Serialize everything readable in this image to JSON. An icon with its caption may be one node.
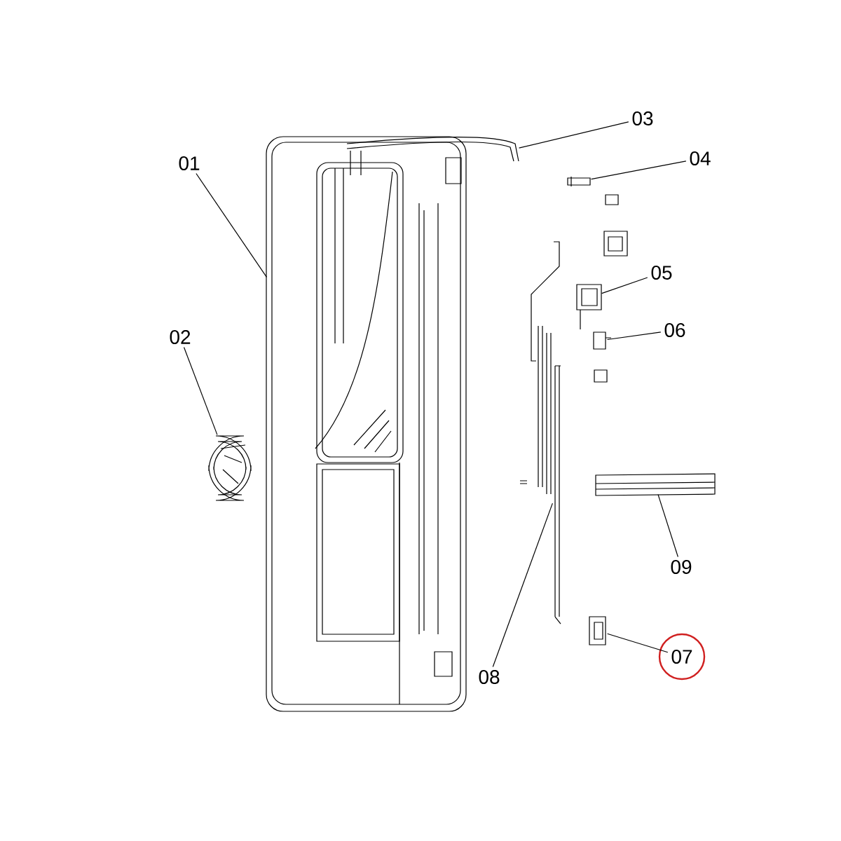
{
  "diagram": {
    "nodes": [
      {
        "text": [
          "01"
        ]
      },
      {
        "text": [
          "02"
        ]
      },
      {
        "text": [
          "03"
        ]
      },
      {
        "text": [
          "04"
        ]
      },
      {
        "text": [
          "05"
        ]
      },
      {
        "text": [
          "06"
        ]
      },
      {
        "text": [
          "07"
        ]
      },
      {
        "text": [
          "08"
        ]
      },
      {
        "text": [
          "09"
        ]
      },
      {
        "text": [],
        "shape": "picture"
      },
      {
        "text": [],
        "shape": "picture"
      },
      {
        "text": [],
        "shape": "picture"
      },
      {
        "text": [],
        "shape": "picture"
      },
      {
        "text": [],
        "shape": "picture"
      },
      {
        "text": [],
        "shape": "picture"
      },
      {
        "text": [],
        "shape": "picture"
      },
      {
        "text": [],
        "shape": "picture"
      },
      {
        "text": [],
        "shape": "picture"
      }
    ],
    "edges": [
      {
        "from": 0,
        "to": 9,
        "arrow": "none"
      },
      {
        "from": 1,
        "to": 10,
        "arrow": "none"
      },
      {
        "from": 2,
        "to": 11,
        "arrow": "none"
      },
      {
        "from": 3,
        "to": 12,
        "arrow": "none"
      },
      {
        "from": 4,
        "to": 13,
        "arrow": "none"
      },
      {
        "from": 5,
        "to": 14,
        "arrow": "none"
      },
      {
        "from": 6,
        "to": 15,
        "arrow": "none"
      },
      {
        "from": 7,
        "to": 16,
        "arrow": "none"
      },
      {
        "from": 8,
        "to": 17,
        "arrow": "none"
      }
    ]
  }
}
